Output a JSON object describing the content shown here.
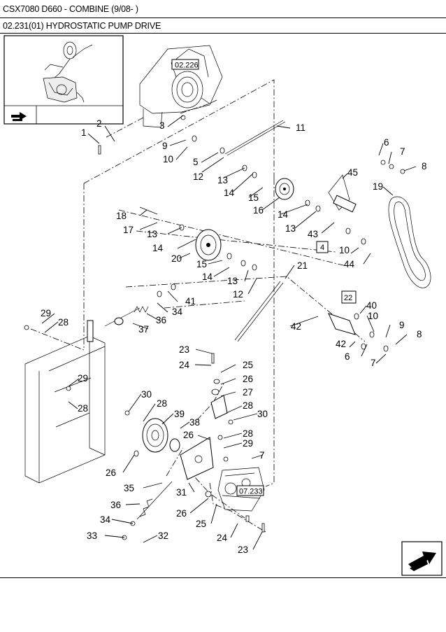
{
  "header": {
    "title": "CSX7080 D660 - COMBINE (9/08- )",
    "section": "02.231(01) HYDROSTATIC PUMP DRIVE"
  },
  "references": [
    "02.226",
    "4",
    "22",
    "07.233"
  ],
  "callouts": [
    {
      "label": "1"
    },
    {
      "label": "2"
    },
    {
      "label": "3"
    },
    {
      "label": "11"
    },
    {
      "label": "9"
    },
    {
      "label": "10"
    },
    {
      "label": "5"
    },
    {
      "label": "12"
    },
    {
      "label": "13"
    },
    {
      "label": "6"
    },
    {
      "label": "7"
    },
    {
      "label": "8"
    },
    {
      "label": "45"
    },
    {
      "label": "19"
    },
    {
      "label": "14"
    },
    {
      "label": "15"
    },
    {
      "label": "16"
    },
    {
      "label": "14"
    },
    {
      "label": "13"
    },
    {
      "label": "43"
    },
    {
      "label": "18"
    },
    {
      "label": "17"
    },
    {
      "label": "13"
    },
    {
      "label": "14"
    },
    {
      "label": "20"
    },
    {
      "label": "15"
    },
    {
      "label": "14"
    },
    {
      "label": "13"
    },
    {
      "label": "12"
    },
    {
      "label": "10"
    },
    {
      "label": "44"
    },
    {
      "label": "21"
    },
    {
      "label": "41"
    },
    {
      "label": "34"
    },
    {
      "label": "36"
    },
    {
      "label": "37"
    },
    {
      "label": "29"
    },
    {
      "label": "28"
    },
    {
      "label": "40"
    },
    {
      "label": "10"
    },
    {
      "label": "9"
    },
    {
      "label": "42"
    },
    {
      "label": "8"
    },
    {
      "label": "42"
    },
    {
      "label": "6"
    },
    {
      "label": "7"
    },
    {
      "label": "23"
    },
    {
      "label": "24"
    },
    {
      "label": "25"
    },
    {
      "label": "26"
    },
    {
      "label": "27"
    },
    {
      "label": "29"
    },
    {
      "label": "28"
    },
    {
      "label": "28"
    },
    {
      "label": "30"
    },
    {
      "label": "30"
    },
    {
      "label": "28"
    },
    {
      "label": "39"
    },
    {
      "label": "38"
    },
    {
      "label": "26"
    },
    {
      "label": "28"
    },
    {
      "label": "29"
    },
    {
      "label": "7"
    },
    {
      "label": "26"
    },
    {
      "label": "35"
    },
    {
      "label": "31"
    },
    {
      "label": "36"
    },
    {
      "label": "26"
    },
    {
      "label": "34"
    },
    {
      "label": "25"
    },
    {
      "label": "33"
    },
    {
      "label": "32"
    },
    {
      "label": "24"
    },
    {
      "label": "23"
    }
  ]
}
